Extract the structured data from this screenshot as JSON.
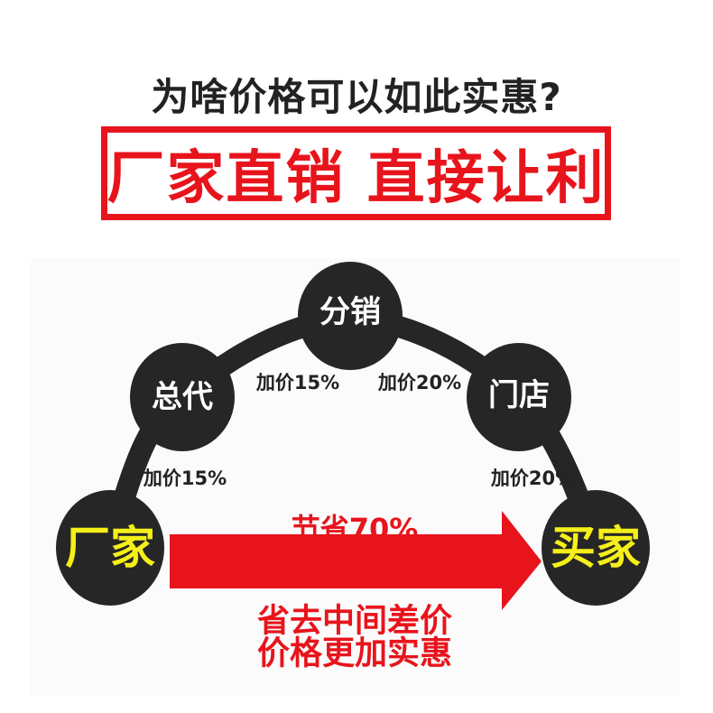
{
  "header": {
    "question": "为啥价格可以如此实惠?",
    "slogan": "厂家直销 直接让利"
  },
  "diagram": {
    "nodes": [
      {
        "label": "厂家"
      },
      {
        "label": "总代"
      },
      {
        "label": "分销"
      },
      {
        "label": "门店"
      },
      {
        "label": "买家"
      }
    ],
    "markups": [
      {
        "label": "加价15%"
      },
      {
        "label": "加价15%"
      },
      {
        "label": "加价20%"
      },
      {
        "label": "加价20%"
      }
    ],
    "savings": "节省70%",
    "bottom_lines": [
      "省去中间差价",
      "价格更加实惠"
    ]
  },
  "colors": {
    "red": "#e8141c",
    "node": "#262626",
    "highlight_text": "#f5ef1a"
  }
}
